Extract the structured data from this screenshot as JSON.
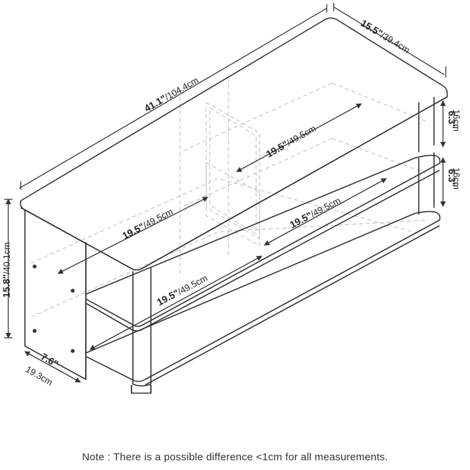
{
  "dimensions": {
    "width": {
      "imperial": "41.1\"",
      "metric": "/104.4cm"
    },
    "depth": {
      "imperial": "15.5\"",
      "metric": "/39.4cm"
    },
    "height": {
      "imperial": "15.8\"",
      "metric": "/40.1cm"
    },
    "side_depth": {
      "imperial": "7.6\"",
      "metric": "19.3cm"
    },
    "shelf_top_gap": {
      "imperial": "6.3\"",
      "metric": "16cm"
    },
    "shelf_mid_gap": {
      "imperial": "6.3\"",
      "metric": "16cm"
    },
    "upper_back_width": {
      "imperial": "19.5\"",
      "metric": "/49.5cm"
    },
    "upper_front_width": {
      "imperial": "19.5\"",
      "metric": "/49.5cm"
    },
    "lower_back_width": {
      "imperial": "19.5\"",
      "metric": "/49.5cm"
    },
    "lower_front_width": {
      "imperial": "19.5\"",
      "metric": "/49.5cm"
    }
  },
  "note": "Note : There is a possible difference <1cm for all measurements.",
  "colors": {
    "line": "#333333",
    "dashed": "#bdbdbd",
    "background": "#ffffff"
  }
}
